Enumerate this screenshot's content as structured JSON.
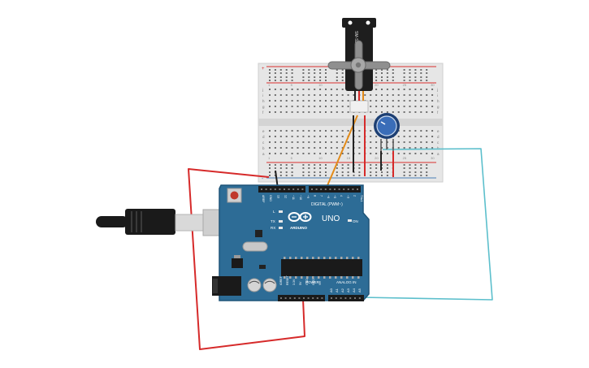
{
  "colors": {
    "board_blue": "#2d6c96",
    "board_edge": "#1f5478",
    "breadboard": "#e6e6e6",
    "rail_red": "#d9302f",
    "rail_blue": "#4a7fb5",
    "wire_red": "#d62a2a",
    "wire_black": "#222222",
    "wire_orange": "#e38a17",
    "wire_cyan": "#5cbfcc",
    "servo_body": "#1e1e1e",
    "pot_blue": "#2a5ea8",
    "usb_black": "#1a1a1a",
    "usb_silver": "#d0d0d0"
  },
  "servo": {
    "model": "SM-S2309S"
  },
  "arduino": {
    "brand": "ARDUINO",
    "model": "UNO",
    "digital_label": "DIGITAL (PWM~)",
    "power_label": "POWER",
    "analog_label": "ANALOG IN",
    "tx_label": "TX",
    "rx_label": "RX",
    "on_label": "ON",
    "l_label": "L",
    "top_header_labels": [
      "AREF",
      "GND",
      "13",
      "12",
      "~11",
      "~10",
      "~9",
      "8",
      "7",
      "~6",
      "~5",
      "4",
      "~3",
      "2",
      "TX▸1",
      "RX◂0"
    ],
    "power_header_labels": [
      "IOREF",
      "RESET",
      "3.3V",
      "5V",
      "GND",
      "GND",
      "Vin"
    ],
    "analog_header_labels": [
      "A0",
      "A1",
      "A2",
      "A3",
      "A4",
      "A5"
    ]
  },
  "breadboard": {
    "row_letters_top": [
      "j",
      "i",
      "h",
      "g",
      "f"
    ],
    "row_letters_bottom": [
      "e",
      "d",
      "c",
      "b",
      "a"
    ],
    "column_numbers": [
      "1",
      "5",
      "10",
      "15",
      "20",
      "25",
      "30"
    ],
    "rail_plus": "+",
    "rail_minus": "-"
  },
  "icons": {
    "reset_button": "reset-button-icon",
    "usb_plug": "usb-plug-icon",
    "power_jack": "dc-jack-icon",
    "infinity_logo": "arduino-logo-icon"
  }
}
